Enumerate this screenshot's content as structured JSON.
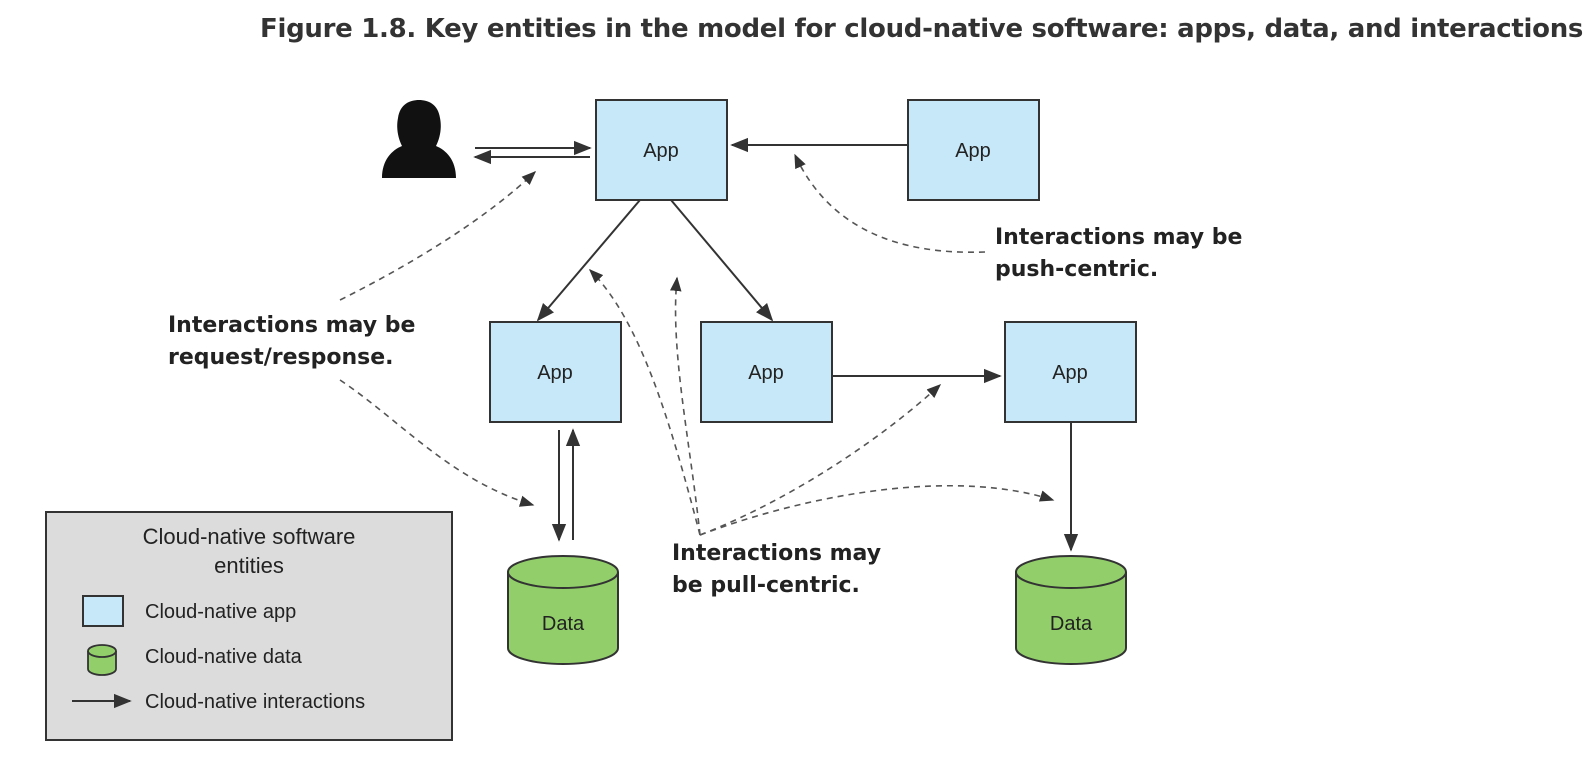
{
  "caption": "Figure 1.8. Key entities in the model for cloud-native software: apps, data, and interactions",
  "apps": {
    "top": "App",
    "top_right": "App",
    "mid_left": "App",
    "mid_center": "App",
    "mid_right": "App"
  },
  "data_stores": {
    "left": "Data",
    "right": "Data"
  },
  "annotations": {
    "push_line1": "Interactions may be",
    "push_line2": "push-centric.",
    "request_line1": "Interactions may be",
    "request_line2": "request/response.",
    "pull_line1": "Interactions may",
    "pull_line2": "be pull-centric."
  },
  "legend": {
    "title_line1": "Cloud-native software",
    "title_line2": "entities",
    "app_label": "Cloud-native app",
    "data_label": "Cloud-native data",
    "interaction_label": "Cloud-native interactions"
  },
  "colors": {
    "app_fill": "#c7e8f8",
    "data_fill": "#92cf6b",
    "legend_bg": "#dcdcdc",
    "person": "#111111"
  },
  "icons": {
    "user": "person-silhouette-icon"
  }
}
